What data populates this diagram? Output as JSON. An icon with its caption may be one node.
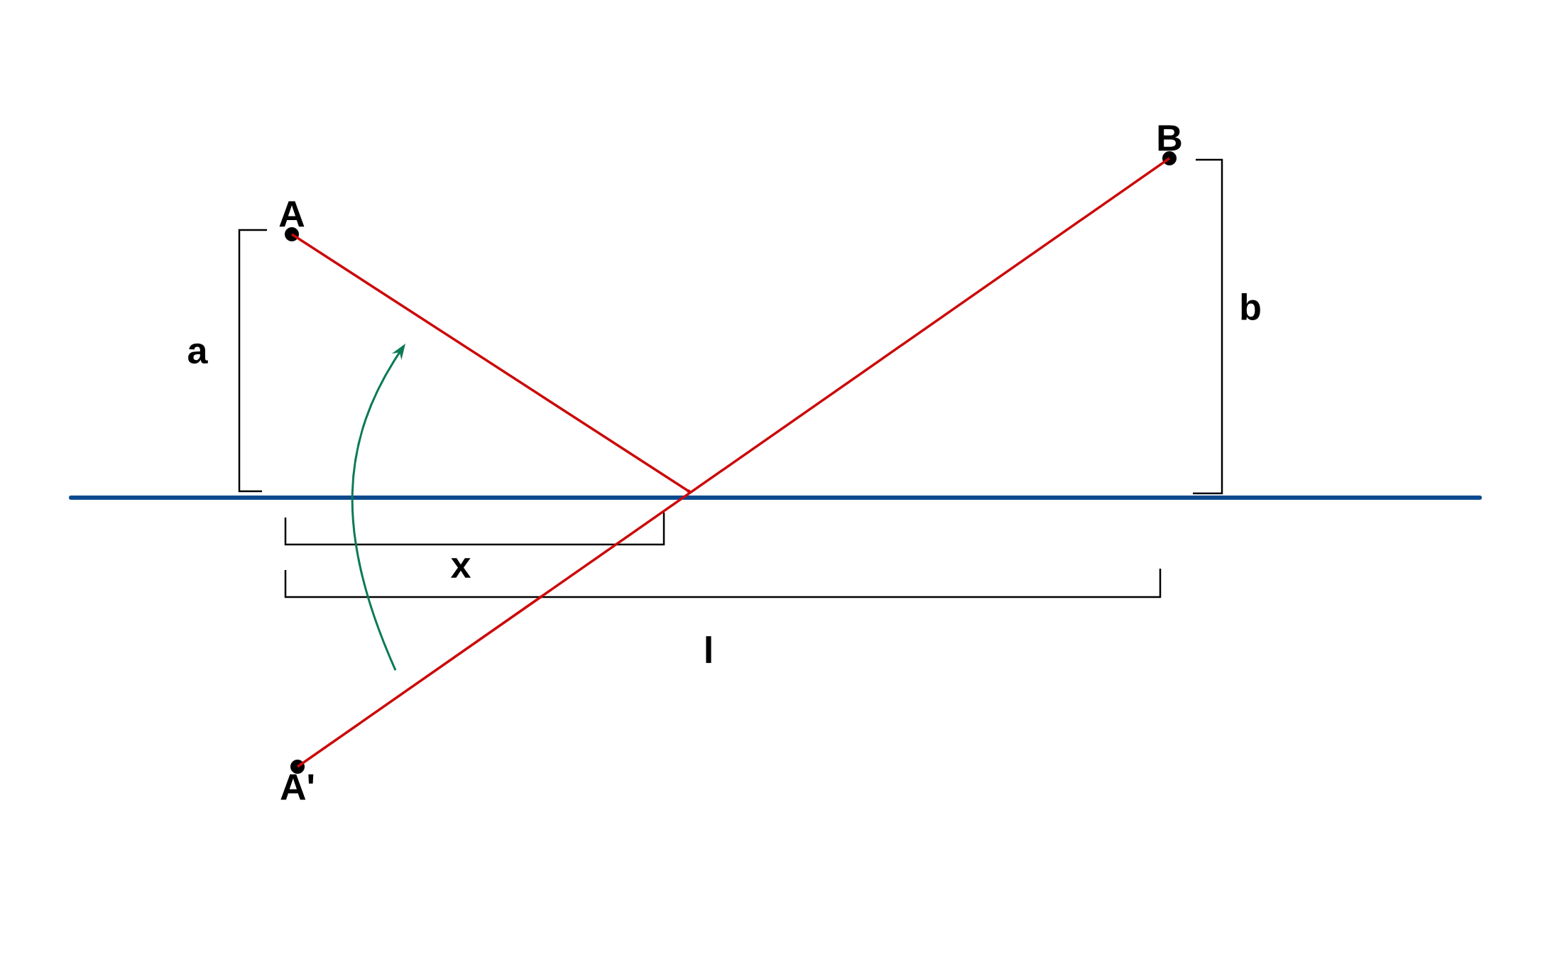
{
  "diagram": {
    "nodes": [
      {
        "text": [
          "A"
        ]
      },
      {
        "text": [
          "B"
        ]
      },
      {
        "text": [
          "A'"
        ]
      },
      {
        "text": [],
        "shape": "point"
      }
    ],
    "edges": [
      {
        "from": 0,
        "to": 3,
        "arrow": "none"
      },
      {
        "from": 2,
        "to": 1,
        "arrow": "none"
      }
    ],
    "labels": [
      "a",
      "b",
      "x",
      "l"
    ]
  }
}
